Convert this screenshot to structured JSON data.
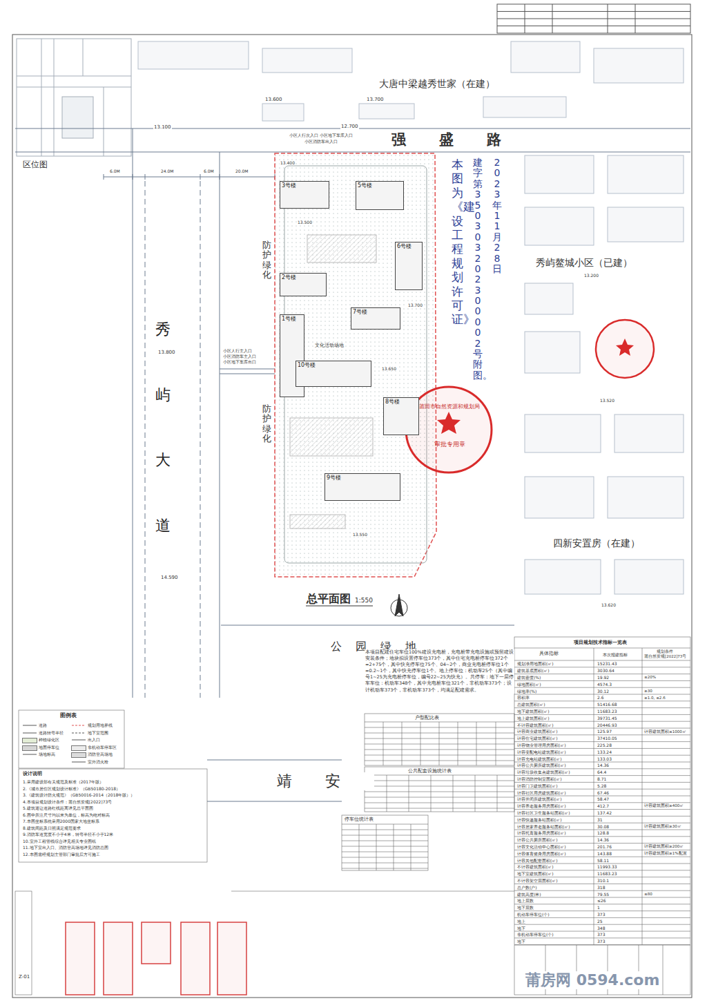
{
  "diagram": {
    "nodes": [
      {
        "text": [
          "3号楼"
        ]
      },
      {
        "text": [
          "5号楼"
        ]
      },
      {
        "text": [
          "6号楼"
        ]
      },
      {
        "text": [
          "2号楼"
        ]
      },
      {
        "text": [
          "7号楼"
        ]
      },
      {
        "text": [
          "1号楼"
        ]
      },
      {
        "text": [
          "10号楼"
        ]
      },
      {
        "text": [
          "8号楼"
        ]
      },
      {
        "text": [
          "9号楼"
        ]
      }
    ],
    "labels": [
      "区位图",
      "大唐中梁越秀世家（在建）",
      "强盛路",
      "秀屿鳌城小区（已建）",
      "四新安置房（在建）",
      "秀屿大道",
      "防护绿化",
      "防护绿化",
      "公园绿地",
      "靖安",
      "总平面图",
      "1:550",
      "13.100",
      "12.700",
      "13.600",
      "13.700",
      "13.800",
      "14.590",
      "6.0M",
      "24.0M",
      "6.0M",
      "20.0M",
      "小区人行主入口",
      "小区消防车主入口",
      "小区地下车库出口",
      "小区人行次入口 小区地下车库入口",
      "小区消防车出入口",
      "文化活动场地",
      "13.400",
      "13.500",
      "13.650",
      "13.700",
      "13.550",
      "13.520",
      "13.620",
      "13.200",
      "本图为《建设工程规划许可证》",
      "建字第350303202300002号附图。",
      "2023年11月28日",
      "莆田市自然资源和规划局",
      "审批专用章",
      "本项目配建住宅车位100%建设充电桩，充电桩带充电设施或预留建设安装条件；地块拟设置停车位373个，其中住宅充电桩停车位372个=2+75个，其中快充停车位75个、04~2个，商业充电桩停车位1个=0.2~1个，其中快充停车位1个。地上停车位：机动车25个（其中编号1~25为充电桩停车位，编号22~25为快充）。共停车：地下一层停车车位：机动车348个，其中充电桩车位321个，非机动车373个；设计机动车373个，非机动车373个，均满足配建需求。",
      "图例表",
      "设计说明",
      "1.采用建设部有关规范及标准（2017年版）",
      "2.《城市居住区规划设计标准》（GB50180-2018）",
      "3.《建筑设计防火规范》（GB50016-2014（2018年版））",
      "4.本项目规划设计条件：莆自然资规[2022]73号",
      "5.建筑退让道路红线距离详见总平面图",
      "6.图中所注尺寸均以米为单位，标高为绝对标高",
      "7.本图坐标系统采用2000国家大地坐标系",
      "8.建筑间距及日照满足规范要求",
      "9.消防车道宽度不小于4米，转弯半径不小于12米",
      "10.室外工程管线综合详见相关专业图纸",
      "11.地下室出入口、消防登高场地详见消防总图",
      "12.本图需经规划主管部门审批后方可施工",
      "户型配比表",
      "公共配套设施统计表",
      "停车位统计表",
      "项目规划技术指标一览表",
      "具体指标",
      "本次报建指标",
      "规划条件",
      "莆自然资规[2022]73号",
      "Z-01",
      "莆房网 0594.com",
      "规划净用地面积(㎡)",
      "15231.43",
      "建筑基底面积(㎡)",
      "3030.64",
      "建筑密度(%)",
      "19.92",
      "绿地面积(㎡)",
      "4574.3",
      "绿地率(%)",
      "30.12",
      "容积率",
      "2.6",
      "总建筑面积(㎡)",
      "51416.68",
      "地下建筑面积(㎡)",
      "11683.23",
      "地上建筑面积(㎡)",
      "39731.45",
      "不计容建筑面积(㎡)",
      "20446.93",
      "计容商业建筑面积(㎡)",
      "125.97",
      "计容住宅建筑面积(㎡)",
      "37410.05",
      "计容物业管理用房面积(㎡)",
      "225.28",
      "计容变配电站建筑面积(㎡)",
      "133.24",
      "计容充电站建筑面积(㎡)",
      "133.03",
      "计容公共厕所建筑面积(㎡)",
      "14.36",
      "计容垃圾收集点建筑面积(㎡)",
      "64.4",
      "计容消防控制室面积(㎡)",
      "8.71",
      "计容门卫建筑面积(㎡)",
      "5.28",
      "计容社区用房建筑面积(㎡)",
      "67.46",
      "计容开闭所建筑面积(㎡)",
      "58.47",
      "计容养老服务用房面积(㎡)",
      "412.7",
      "计容社区卫生服务站面积(㎡)",
      "137.42",
      "计容快递服务站面积(㎡)",
      "31",
      "计容居家养老服务站面积(㎡)",
      "30.08",
      "计容托育服务用房面积(㎡)",
      "128.8",
      "计容公共厕所面积(㎡)",
      "14.36",
      "计容文化活动中心面积(㎡)",
      "201.76",
      "计容体育健身用房面积(㎡)",
      "143.88",
      "计容其他配套面积(㎡)",
      "58.11",
      "不计容建筑面积(㎡)",
      "11993.33",
      "地下室建筑面积(㎡)",
      "11683.23",
      "不计容架空层面积(㎡)",
      "310.1",
      "总户数(户)",
      "318",
      "建筑高度(米)",
      "79.55",
      "地上层数",
      "≤26",
      "地下层数",
      "1",
      "机动车停车位(个)",
      "373",
      "地上",
      "25",
      "地下",
      "348",
      "非机动车停车位(个)",
      "373",
      "地下",
      "373",
      "≤20%",
      "≥30",
      "≥1.0, ≤2.6",
      "计容建筑面积≤1000㎡",
      "计容建筑面积≥400㎡",
      "计容建筑面积≥30㎡",
      "计容建筑面积≥200㎡",
      "计容建筑面积≥1%配置",
      "≤80"
    ],
    "legend": [
      {
        "text": "道路"
      },
      {
        "text": "道路转弯半径"
      },
      {
        "text": "种植绿化区",
        "color": "#e3edd6"
      },
      {
        "text": "地面停车位",
        "color": "#d6d6d6"
      },
      {
        "text": "场地标高"
      },
      {
        "text": "规划用地界线"
      },
      {
        "text": "地下室范围"
      },
      {
        "text": "出入口"
      },
      {
        "text": "非机动车停车区",
        "color": "#ececec"
      },
      {
        "text": "消防登高场地",
        "color": "#dcdcdc"
      },
      {
        "text": "室外消火栓"
      }
    ]
  }
}
